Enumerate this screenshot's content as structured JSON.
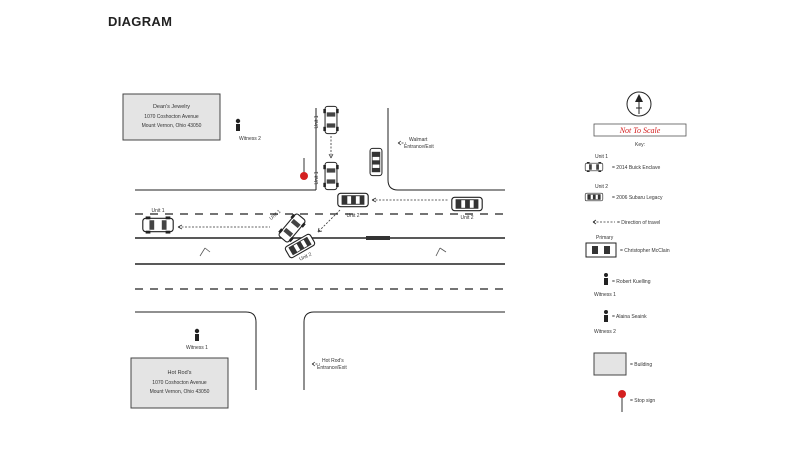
{
  "title": "DIAGRAM",
  "buildings": {
    "top": {
      "line1": "Dean's Jewelry",
      "line2": "1070 Coshocton Avenue",
      "line3": "Mount Vernon, Ohio 43050"
    },
    "bottom": {
      "line1": "Hot Rod's",
      "line2": "1070 Coshocton Avenue",
      "line3": "Mount Vernon, Ohio 43050"
    }
  },
  "labels": {
    "witness1": "Witness 1",
    "witness2": "Witness 2",
    "walmart_entrance": "Walmart\nEntrance/Exit",
    "hotrods_entrance": "Hot Rod's\nEntrance/Exit",
    "unit1": "Unit 1",
    "unit2": "Unit 2",
    "unit1_rotated": "Unit 1",
    "unit2_rotated": "Unit 2"
  },
  "legend": {
    "not_to_scale": "Not To Scale",
    "key": "Key:",
    "items": [
      {
        "label": "= 2014 Buick Enclave",
        "tag": "Unit 1"
      },
      {
        "label": "= 2006 Subaru Legacy",
        "tag": "Unit 2"
      },
      {
        "label": "= Direction of travel"
      },
      {
        "label": "= Christopher McClain",
        "tag": "Primary"
      },
      {
        "label": "= Robert Kuelling",
        "tag": "Witness 1"
      },
      {
        "label": "= Alaina Seaink",
        "tag": "Witness 2"
      },
      {
        "label": "= Building"
      },
      {
        "label": "= Stop sign"
      }
    ]
  },
  "colors": {
    "stop_sign": "#d42020",
    "not_to_scale": "#d42020",
    "road": "#222222"
  }
}
